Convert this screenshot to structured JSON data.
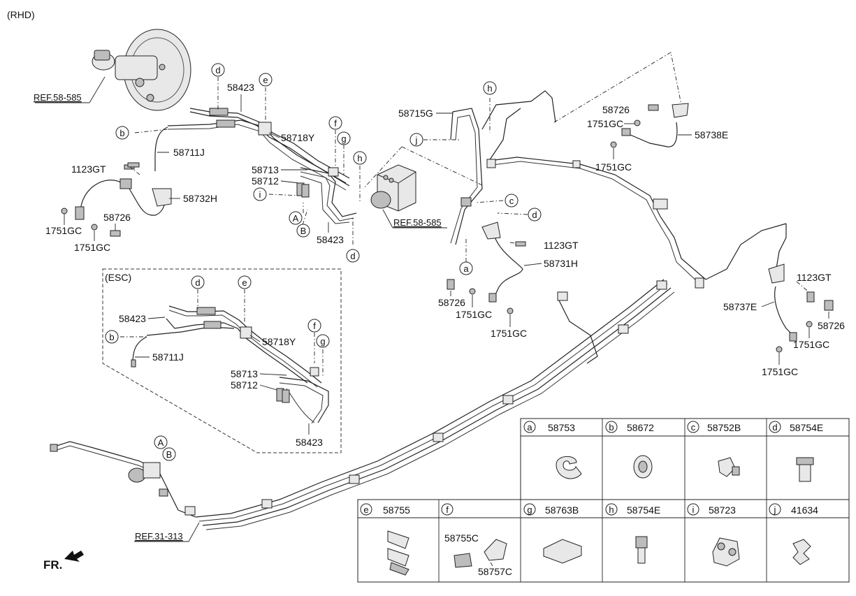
{
  "header": {
    "variant": "(RHD)"
  },
  "refs": {
    "ref_58_585_a": "REF.58-585",
    "ref_58_585_b": "REF.58-585",
    "ref_31_313": "REF.31-313"
  },
  "fr_label": "FR.",
  "esc_label": "(ESC)",
  "parts": {
    "p58423_top": "58423",
    "p58718Y": "58718Y",
    "p58711J": "58711J",
    "p1123GT_left": "1123GT",
    "p58732H": "58732H",
    "p58726_left": "58726",
    "p1751GC_left1": "1751GC",
    "p1751GC_left2": "1751GC",
    "p58713": "58713",
    "p58712": "58712",
    "p58423_mid": "58423",
    "p58715G": "58715G",
    "p58726_right": "58726",
    "p1751GC_r1": "1751GC",
    "p58738E": "58738E",
    "p1751GC_r2": "1751GC",
    "p1123GT_mid": "1123GT",
    "p58731H": "58731H",
    "p58726_mid": "58726",
    "p1751GC_m1": "1751GC",
    "p1751GC_m2": "1751GC",
    "p1123GT_right": "1123GT",
    "p58737E": "58737E",
    "p58726_far": "58726",
    "p1751GC_f1": "1751GC",
    "p1751GC_f2": "1751GC",
    "esc_58423_a": "58423",
    "esc_58718Y": "58718Y",
    "esc_58711J": "58711J",
    "esc_58713": "58713",
    "esc_58712": "58712",
    "esc_58423_b": "58423"
  },
  "callouts": {
    "a": "a",
    "b": "b",
    "c": "c",
    "d": "d",
    "e": "e",
    "f": "f",
    "g": "g",
    "h": "h",
    "i": "i",
    "j": "j",
    "A": "A",
    "B": "B"
  },
  "legend": [
    {
      "key": "a",
      "part": "58753"
    },
    {
      "key": "b",
      "part": "58672"
    },
    {
      "key": "c",
      "part": "58752B"
    },
    {
      "key": "d",
      "part": "58754E"
    },
    {
      "key": "e",
      "part": "58755"
    },
    {
      "key": "f",
      "part": "",
      "sub1": "58755C",
      "sub2": "58757C"
    },
    {
      "key": "g",
      "part": "58763B"
    },
    {
      "key": "h",
      "part": "58754E"
    },
    {
      "key": "i",
      "part": "58723"
    },
    {
      "key": "j",
      "part": "41634"
    }
  ]
}
